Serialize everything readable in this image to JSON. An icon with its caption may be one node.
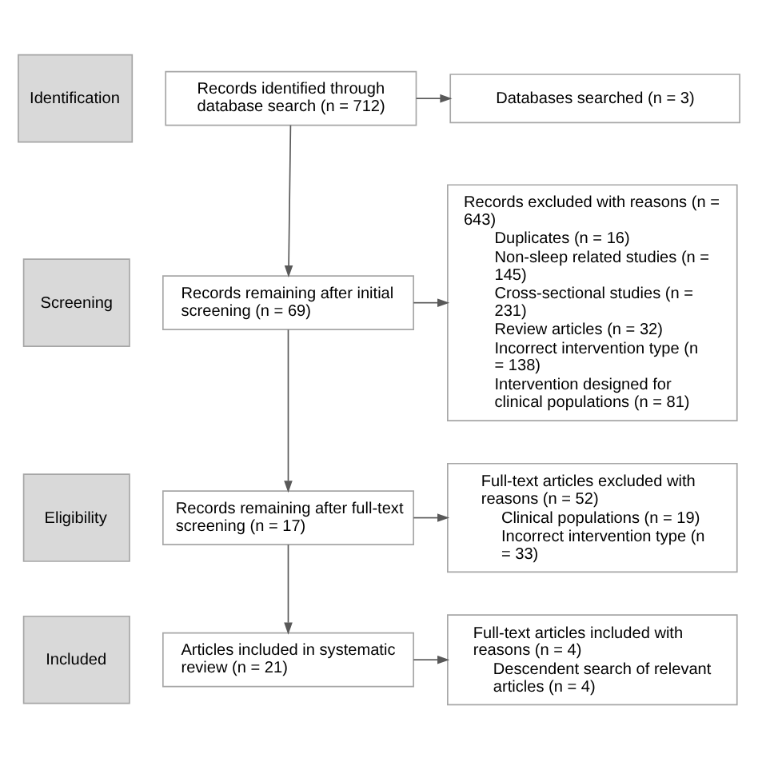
{
  "diagram": {
    "nodes": [
      {
        "text": [
          "Identification"
        ]
      },
      {
        "text": [
          "Screening"
        ]
      },
      {
        "text": [
          "Eligibility"
        ]
      },
      {
        "text": [
          "Included"
        ]
      },
      {
        "text": [
          "Records identified through database search (n = 712)"
        ]
      },
      {
        "text": [
          "Databases searched (n = 3)"
        ]
      },
      {
        "text": [
          "Records remaining after initial screening (n = 69)"
        ]
      },
      {
        "text": [
          "Records excluded with reasons (n = 643)",
          "Duplicates (n = 16)",
          "Non-sleep related studies (n = 145)",
          "Cross-sectional studies (n = 231)",
          "Review articles (n = 32)",
          "Incorrect intervention type (n = 138)",
          "Intervention designed for clinical populations (n = 81)"
        ]
      },
      {
        "text": [
          "Records remaining after full-text screening (n = 17)"
        ]
      },
      {
        "text": [
          "Full-text articles excluded with reasons (n = 52)",
          "Clinical populations (n = 19)",
          "Incorrect intervention type (n = 33)"
        ]
      },
      {
        "text": [
          "Articles included in systematic review (n = 21)"
        ]
      },
      {
        "text": [
          "Full-text articles included with reasons (n = 4)",
          "Descendent search of relevant articles (n = 4)"
        ]
      }
    ],
    "edges": [
      {
        "from": 4,
        "to": 5,
        "arrow": "to"
      },
      {
        "from": 4,
        "to": 6,
        "arrow": "to"
      },
      {
        "from": 6,
        "to": 7,
        "arrow": "to"
      },
      {
        "from": 6,
        "to": 8,
        "arrow": "to"
      },
      {
        "from": 8,
        "to": 9,
        "arrow": "to"
      },
      {
        "from": 8,
        "to": 10,
        "arrow": "to"
      },
      {
        "from": 10,
        "to": 11,
        "arrow": "to"
      }
    ]
  }
}
